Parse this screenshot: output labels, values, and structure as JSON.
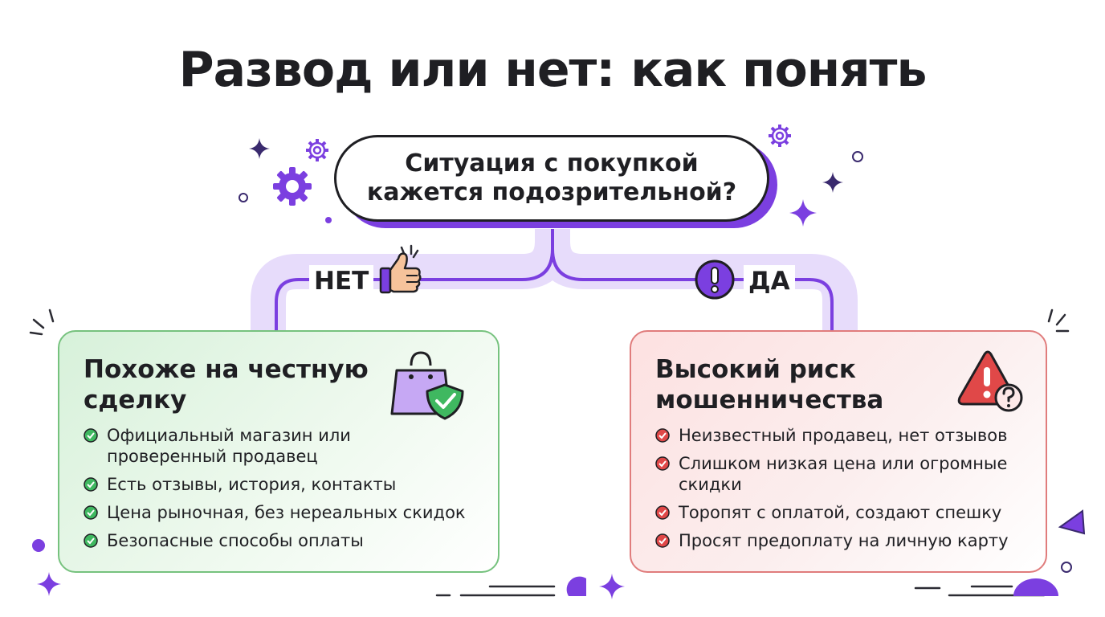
{
  "title": "Развод или нет: как понять",
  "question": {
    "line1": "Ситуация с покупкой",
    "line2": "кажется подозрительной?"
  },
  "branches": {
    "no": {
      "label": "НЕТ",
      "icon": "thumbs-up-icon"
    },
    "yes": {
      "label": "ДА",
      "icon": "exclamation-icon"
    }
  },
  "honest_card": {
    "title": "Похоже на честную сделку",
    "icon": "shopping-bag-shield-icon",
    "items": [
      "Официальный магазин или проверенный продавец",
      "Есть отзывы, история, контакты",
      "Цена рыночная, без нереальных скидок",
      "Безопасные способы оплаты"
    ]
  },
  "risk_card": {
    "title": "Высокий риск мошенничества",
    "icon": "warning-question-icon",
    "items": [
      "Неизвестный продавец, нет отзывов",
      "Слишком низкая цена или огромные скидки",
      "Торопят с оплатой, создают спешку",
      "Просят предоплату на личную карту"
    ]
  },
  "colors": {
    "accent": "#7b3fe0",
    "accent_light": "#e7dcfb",
    "safe": "#2fae55",
    "danger": "#e04848",
    "text": "#1f1f23"
  }
}
